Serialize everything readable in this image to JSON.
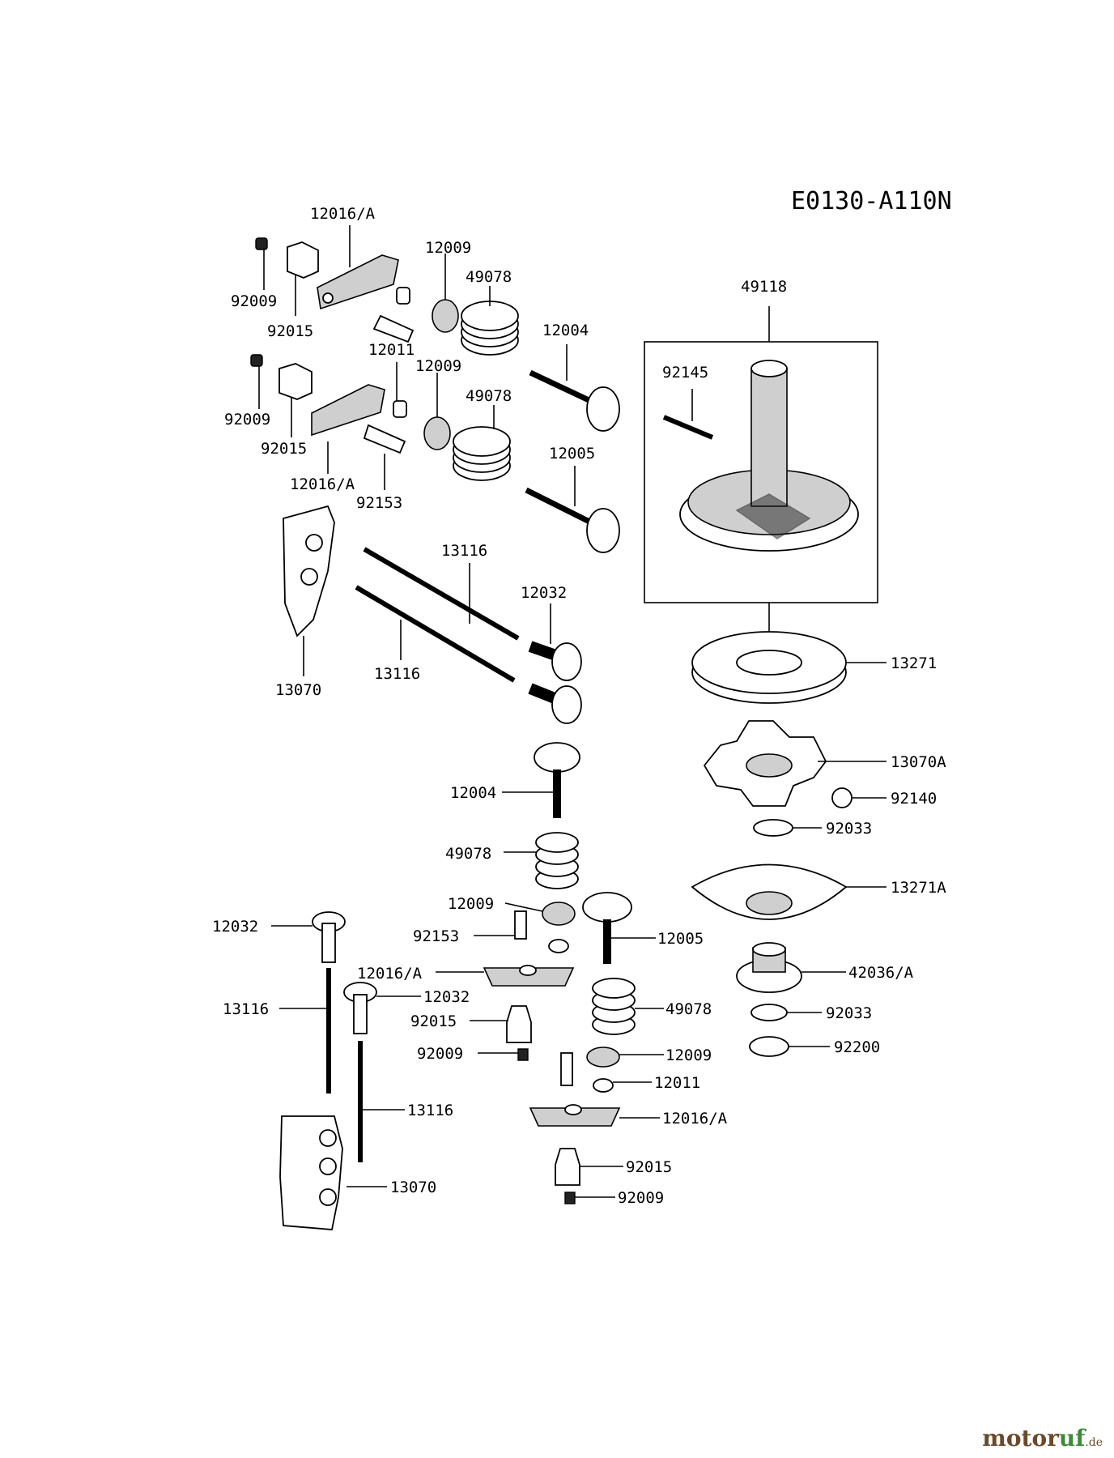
{
  "diagram_code": "E0130-A110N",
  "watermark": {
    "brand_a": "motor",
    "brand_b": "uf",
    "tld": ".de"
  },
  "labels": {
    "l12016a_top": "12016/A",
    "l92009_top": "92009",
    "l92015_top": "92015",
    "l12009_top": "12009",
    "l49078_top": "49078",
    "l12011_top": "12011",
    "l12004_top": "12004",
    "l92009_mid": "92009",
    "l92015_mid": "92015",
    "l12009_mid": "12009",
    "l49078_mid": "49078",
    "l12005_top": "12005",
    "l12016a_mid": "12016/A",
    "l92153_top": "92153",
    "l49118": "49118",
    "l92145": "92145",
    "l13116_a": "13116",
    "l12032_a": "12032",
    "l13116_b": "13116",
    "l13070_top": "13070",
    "l13271": "13271",
    "l13070a": "13070A",
    "l92140": "92140",
    "l92033_a": "92033",
    "l12004_low": "12004",
    "l49078_low": "49078",
    "l12009_low": "12009",
    "l92153_low": "92153",
    "l12005_low": "12005",
    "l13271a": "13271A",
    "l12032_low": "12032",
    "l12016a_low": "12016/A",
    "l12032_low2": "12032",
    "l13116_low": "13116",
    "l92015_low": "92015",
    "l92009_low": "92009",
    "l42036a": "42036/A",
    "l92033_b": "92033",
    "l49078_low2": "49078",
    "l12009_low2": "12009",
    "l92200": "92200",
    "l12011_low": "12011",
    "l13116_low2": "13116",
    "l12016a_low2": "12016/A",
    "l92015_low2": "92015",
    "l13070_low": "13070",
    "l92009_low2": "92009"
  }
}
